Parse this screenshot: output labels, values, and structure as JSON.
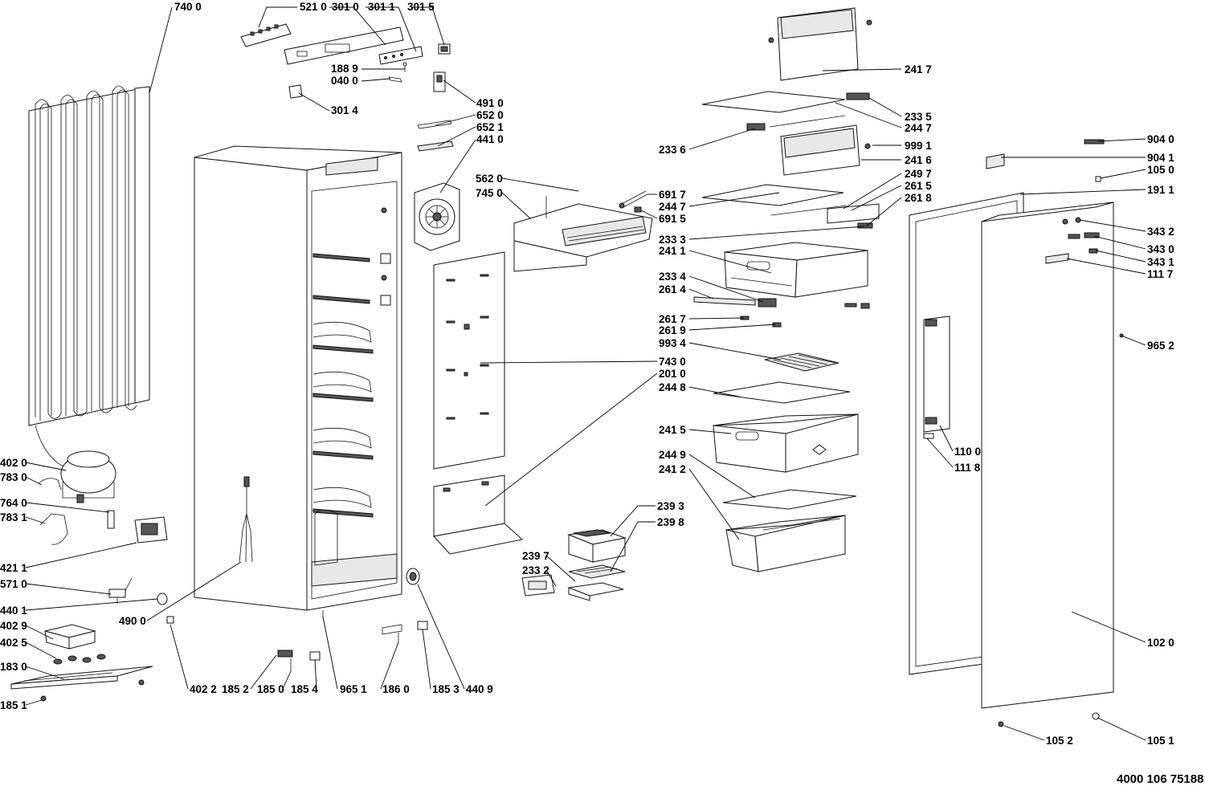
{
  "document_number": "4000 106 75188",
  "labels": [
    {
      "id": "p7400",
      "text": "740 0"
    },
    {
      "id": "p5210",
      "text": "521 0"
    },
    {
      "id": "p3010",
      "text": "301 0"
    },
    {
      "id": "p3011",
      "text": "301 1"
    },
    {
      "id": "p3015",
      "text": "301 5"
    },
    {
      "id": "p1889",
      "text": "188 9"
    },
    {
      "id": "p0400",
      "text": "040 0"
    },
    {
      "id": "p3014",
      "text": "301 4"
    },
    {
      "id": "p4910",
      "text": "491 0"
    },
    {
      "id": "p6520",
      "text": "652 0"
    },
    {
      "id": "p6521",
      "text": "652 1"
    },
    {
      "id": "p4410",
      "text": "441 0"
    },
    {
      "id": "p5620",
      "text": "562 0"
    },
    {
      "id": "p7450",
      "text": "745 0"
    },
    {
      "id": "p6917",
      "text": "691 7"
    },
    {
      "id": "p6915",
      "text": "691 5"
    },
    {
      "id": "p2417",
      "text": "241 7"
    },
    {
      "id": "p2335",
      "text": "233 5"
    },
    {
      "id": "p2447a",
      "text": "244 7"
    },
    {
      "id": "p2336",
      "text": "233 6"
    },
    {
      "id": "p9991",
      "text": "999 1"
    },
    {
      "id": "p2416",
      "text": "241 6"
    },
    {
      "id": "p2497",
      "text": "249 7"
    },
    {
      "id": "p2447b",
      "text": "244 7"
    },
    {
      "id": "p2615",
      "text": "261 5"
    },
    {
      "id": "p2618",
      "text": "261 8"
    },
    {
      "id": "p2333",
      "text": "233 3"
    },
    {
      "id": "p2411",
      "text": "241 1"
    },
    {
      "id": "p2334",
      "text": "233 4"
    },
    {
      "id": "p2614",
      "text": "261 4"
    },
    {
      "id": "p2617",
      "text": "261 7"
    },
    {
      "id": "p2619",
      "text": "261 9"
    },
    {
      "id": "p9934",
      "text": "993 4"
    },
    {
      "id": "p7430",
      "text": "743 0"
    },
    {
      "id": "p2010",
      "text": "201 0"
    },
    {
      "id": "p2448",
      "text": "244 8"
    },
    {
      "id": "p2415",
      "text": "241 5"
    },
    {
      "id": "p2449",
      "text": "244 9"
    },
    {
      "id": "p2412",
      "text": "241 2"
    },
    {
      "id": "p2393",
      "text": "239 3"
    },
    {
      "id": "p2398",
      "text": "239 8"
    },
    {
      "id": "p2397",
      "text": "239 7"
    },
    {
      "id": "p2332",
      "text": "233 2"
    },
    {
      "id": "p9040",
      "text": "904 0"
    },
    {
      "id": "p9041",
      "text": "904 1"
    },
    {
      "id": "p1050",
      "text": "105 0"
    },
    {
      "id": "p1911",
      "text": "191 1"
    },
    {
      "id": "p3432",
      "text": "343 2"
    },
    {
      "id": "p3430",
      "text": "343 0"
    },
    {
      "id": "p3431",
      "text": "343 1"
    },
    {
      "id": "p1117",
      "text": "111 7"
    },
    {
      "id": "p9652",
      "text": "965 2"
    },
    {
      "id": "p1100",
      "text": "110 0"
    },
    {
      "id": "p1118",
      "text": "111 8"
    },
    {
      "id": "p1020",
      "text": "102 0"
    },
    {
      "id": "p1052",
      "text": "105 2"
    },
    {
      "id": "p1051",
      "text": "105 1"
    },
    {
      "id": "p4020",
      "text": "402 0"
    },
    {
      "id": "p7830",
      "text": "783 0"
    },
    {
      "id": "p7640",
      "text": "764 0"
    },
    {
      "id": "p7831",
      "text": "783 1"
    },
    {
      "id": "p4211",
      "text": "421 1"
    },
    {
      "id": "p5710",
      "text": "571 0"
    },
    {
      "id": "p4401",
      "text": "440 1"
    },
    {
      "id": "p4900",
      "text": "490 0"
    },
    {
      "id": "p4029",
      "text": "402 9"
    },
    {
      "id": "p4025",
      "text": "402 5"
    },
    {
      "id": "p1830",
      "text": "183 0"
    },
    {
      "id": "p1851",
      "text": "185 1"
    },
    {
      "id": "p4022",
      "text": "402 2"
    },
    {
      "id": "p1852",
      "text": "185 2"
    },
    {
      "id": "p1850",
      "text": "185 0"
    },
    {
      "id": "p1854",
      "text": "185 4"
    },
    {
      "id": "p9651",
      "text": "965 1"
    },
    {
      "id": "p1860",
      "text": "186 0"
    },
    {
      "id": "p1853",
      "text": "185 3"
    },
    {
      "id": "p4409",
      "text": "440 9"
    }
  ]
}
